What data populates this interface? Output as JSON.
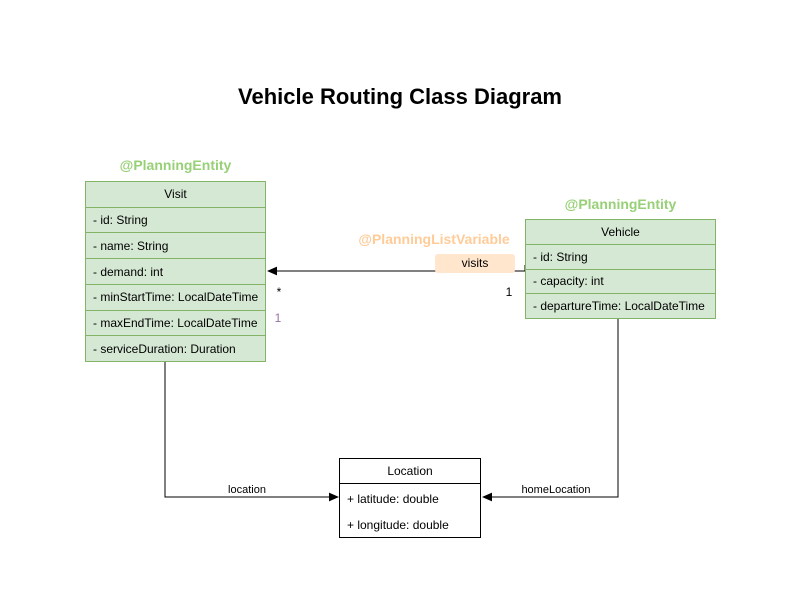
{
  "title": "Vehicle Routing Class Diagram",
  "classes": {
    "visit": {
      "annotation": "@PlanningEntity",
      "name": "Visit",
      "attributes": [
        "- id: String",
        "- name: String",
        "- demand: int",
        "- minStartTime: LocalDateTime",
        "- maxEndTime: LocalDateTime",
        "- serviceDuration: Duration"
      ]
    },
    "vehicle": {
      "annotation": "@PlanningEntity",
      "name": "Vehicle",
      "attributes": [
        "- id: String",
        "- capacity: int",
        "- departureTime: LocalDateTime"
      ]
    },
    "location": {
      "name": "Location",
      "attributes": [
        "+ latitude: double",
        "+ longitude: double"
      ]
    }
  },
  "edges": {
    "visits": {
      "annotation": "@PlanningListVariable",
      "label": "visits",
      "target_multiplicity": "*",
      "source_multiplicity": "1",
      "secondary_multiplicity": "1"
    },
    "location": {
      "label": "location"
    },
    "home_location": {
      "label": "homeLocation"
    }
  },
  "colors": {
    "entity_fill": "#d5e8d4",
    "entity_border": "#82b366",
    "annotation_green": "#97d077",
    "annotation_orange": "#ffcc99",
    "label_fill": "#ffe6cc",
    "purple": "#9673a6",
    "edge": "#000000"
  }
}
